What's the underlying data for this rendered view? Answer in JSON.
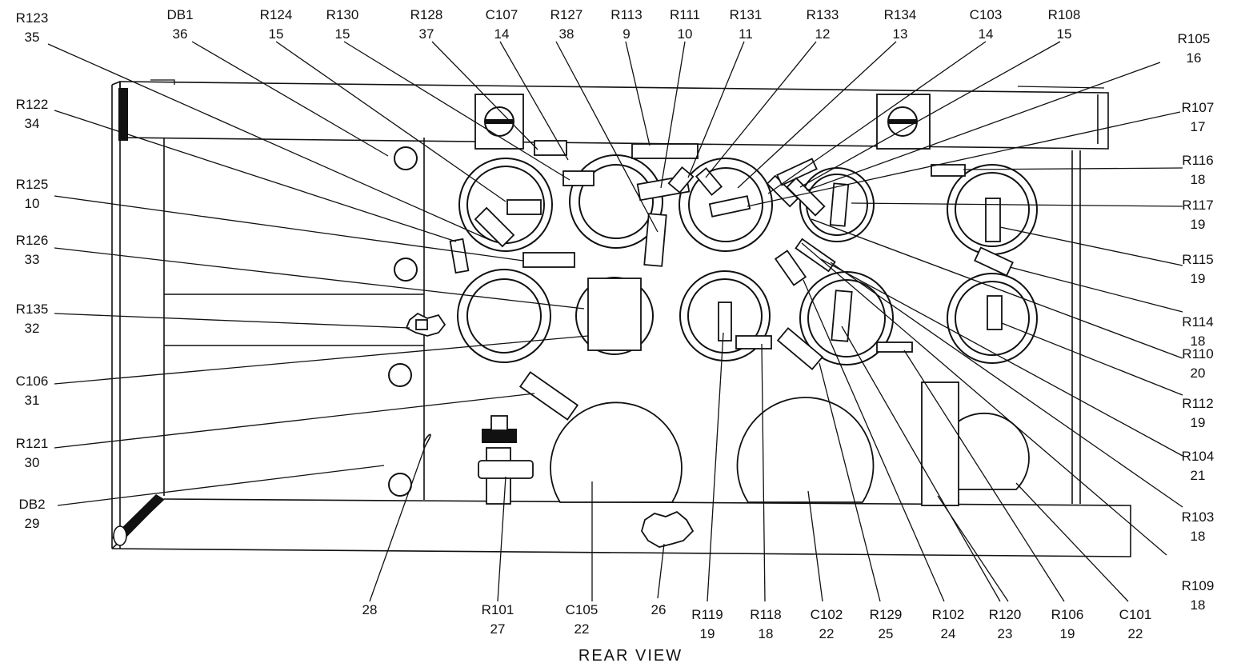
{
  "caption": "REAR VIEW",
  "callouts": [
    {
      "id": "r123",
      "ref": "R123",
      "num": "35"
    },
    {
      "id": "db1",
      "ref": "DB1",
      "num": "36"
    },
    {
      "id": "r124",
      "ref": "R124",
      "num": "15"
    },
    {
      "id": "r130",
      "ref": "R130",
      "num": "15"
    },
    {
      "id": "r128",
      "ref": "R128",
      "num": "37"
    },
    {
      "id": "c107",
      "ref": "C107",
      "num": "14"
    },
    {
      "id": "r127",
      "ref": "R127",
      "num": "38"
    },
    {
      "id": "r113",
      "ref": "R113",
      "num": "9"
    },
    {
      "id": "r111",
      "ref": "R111",
      "num": "10"
    },
    {
      "id": "r131",
      "ref": "R131",
      "num": "11"
    },
    {
      "id": "r133",
      "ref": "R133",
      "num": "12"
    },
    {
      "id": "r134",
      "ref": "R134",
      "num": "13"
    },
    {
      "id": "c103",
      "ref": "C103",
      "num": "14"
    },
    {
      "id": "r108",
      "ref": "R108",
      "num": "15"
    },
    {
      "id": "r105",
      "ref": "R105",
      "num": "16"
    },
    {
      "id": "r107",
      "ref": "R107",
      "num": "17"
    },
    {
      "id": "r116",
      "ref": "R116",
      "num": "18"
    },
    {
      "id": "r117",
      "ref": "R117",
      "num": "19"
    },
    {
      "id": "r115",
      "ref": "R115",
      "num": "19"
    },
    {
      "id": "r114",
      "ref": "R114",
      "num": "18"
    },
    {
      "id": "r110",
      "ref": "R110",
      "num": "20"
    },
    {
      "id": "r112",
      "ref": "R112",
      "num": "19"
    },
    {
      "id": "r104",
      "ref": "R104",
      "num": "21"
    },
    {
      "id": "r103",
      "ref": "R103",
      "num": "18"
    },
    {
      "id": "r109",
      "ref": "R109",
      "num": "18"
    },
    {
      "id": "r122",
      "ref": "R122",
      "num": "34"
    },
    {
      "id": "r125",
      "ref": "R125",
      "num": "10"
    },
    {
      "id": "r126",
      "ref": "R126",
      "num": "33"
    },
    {
      "id": "r135",
      "ref": "R135",
      "num": "32"
    },
    {
      "id": "c106",
      "ref": "C106",
      "num": "31"
    },
    {
      "id": "r121",
      "ref": "R121",
      "num": "30"
    },
    {
      "id": "db2",
      "ref": "DB2",
      "num": "29"
    },
    {
      "id": "n28",
      "ref": "",
      "num": "28"
    },
    {
      "id": "r101",
      "ref": "R101",
      "num": "27"
    },
    {
      "id": "c105",
      "ref": "C105",
      "num": "22"
    },
    {
      "id": "n26",
      "ref": "",
      "num": "26"
    },
    {
      "id": "r119",
      "ref": "R119",
      "num": "19"
    },
    {
      "id": "r118",
      "ref": "R118",
      "num": "18"
    },
    {
      "id": "c102",
      "ref": "C102",
      "num": "22"
    },
    {
      "id": "r129",
      "ref": "R129",
      "num": "25"
    },
    {
      "id": "r102",
      "ref": "R102",
      "num": "24"
    },
    {
      "id": "r120",
      "ref": "R120",
      "num": "23"
    },
    {
      "id": "r106",
      "ref": "R106",
      "num": "19"
    },
    {
      "id": "c101",
      "ref": "C101",
      "num": "22"
    }
  ]
}
